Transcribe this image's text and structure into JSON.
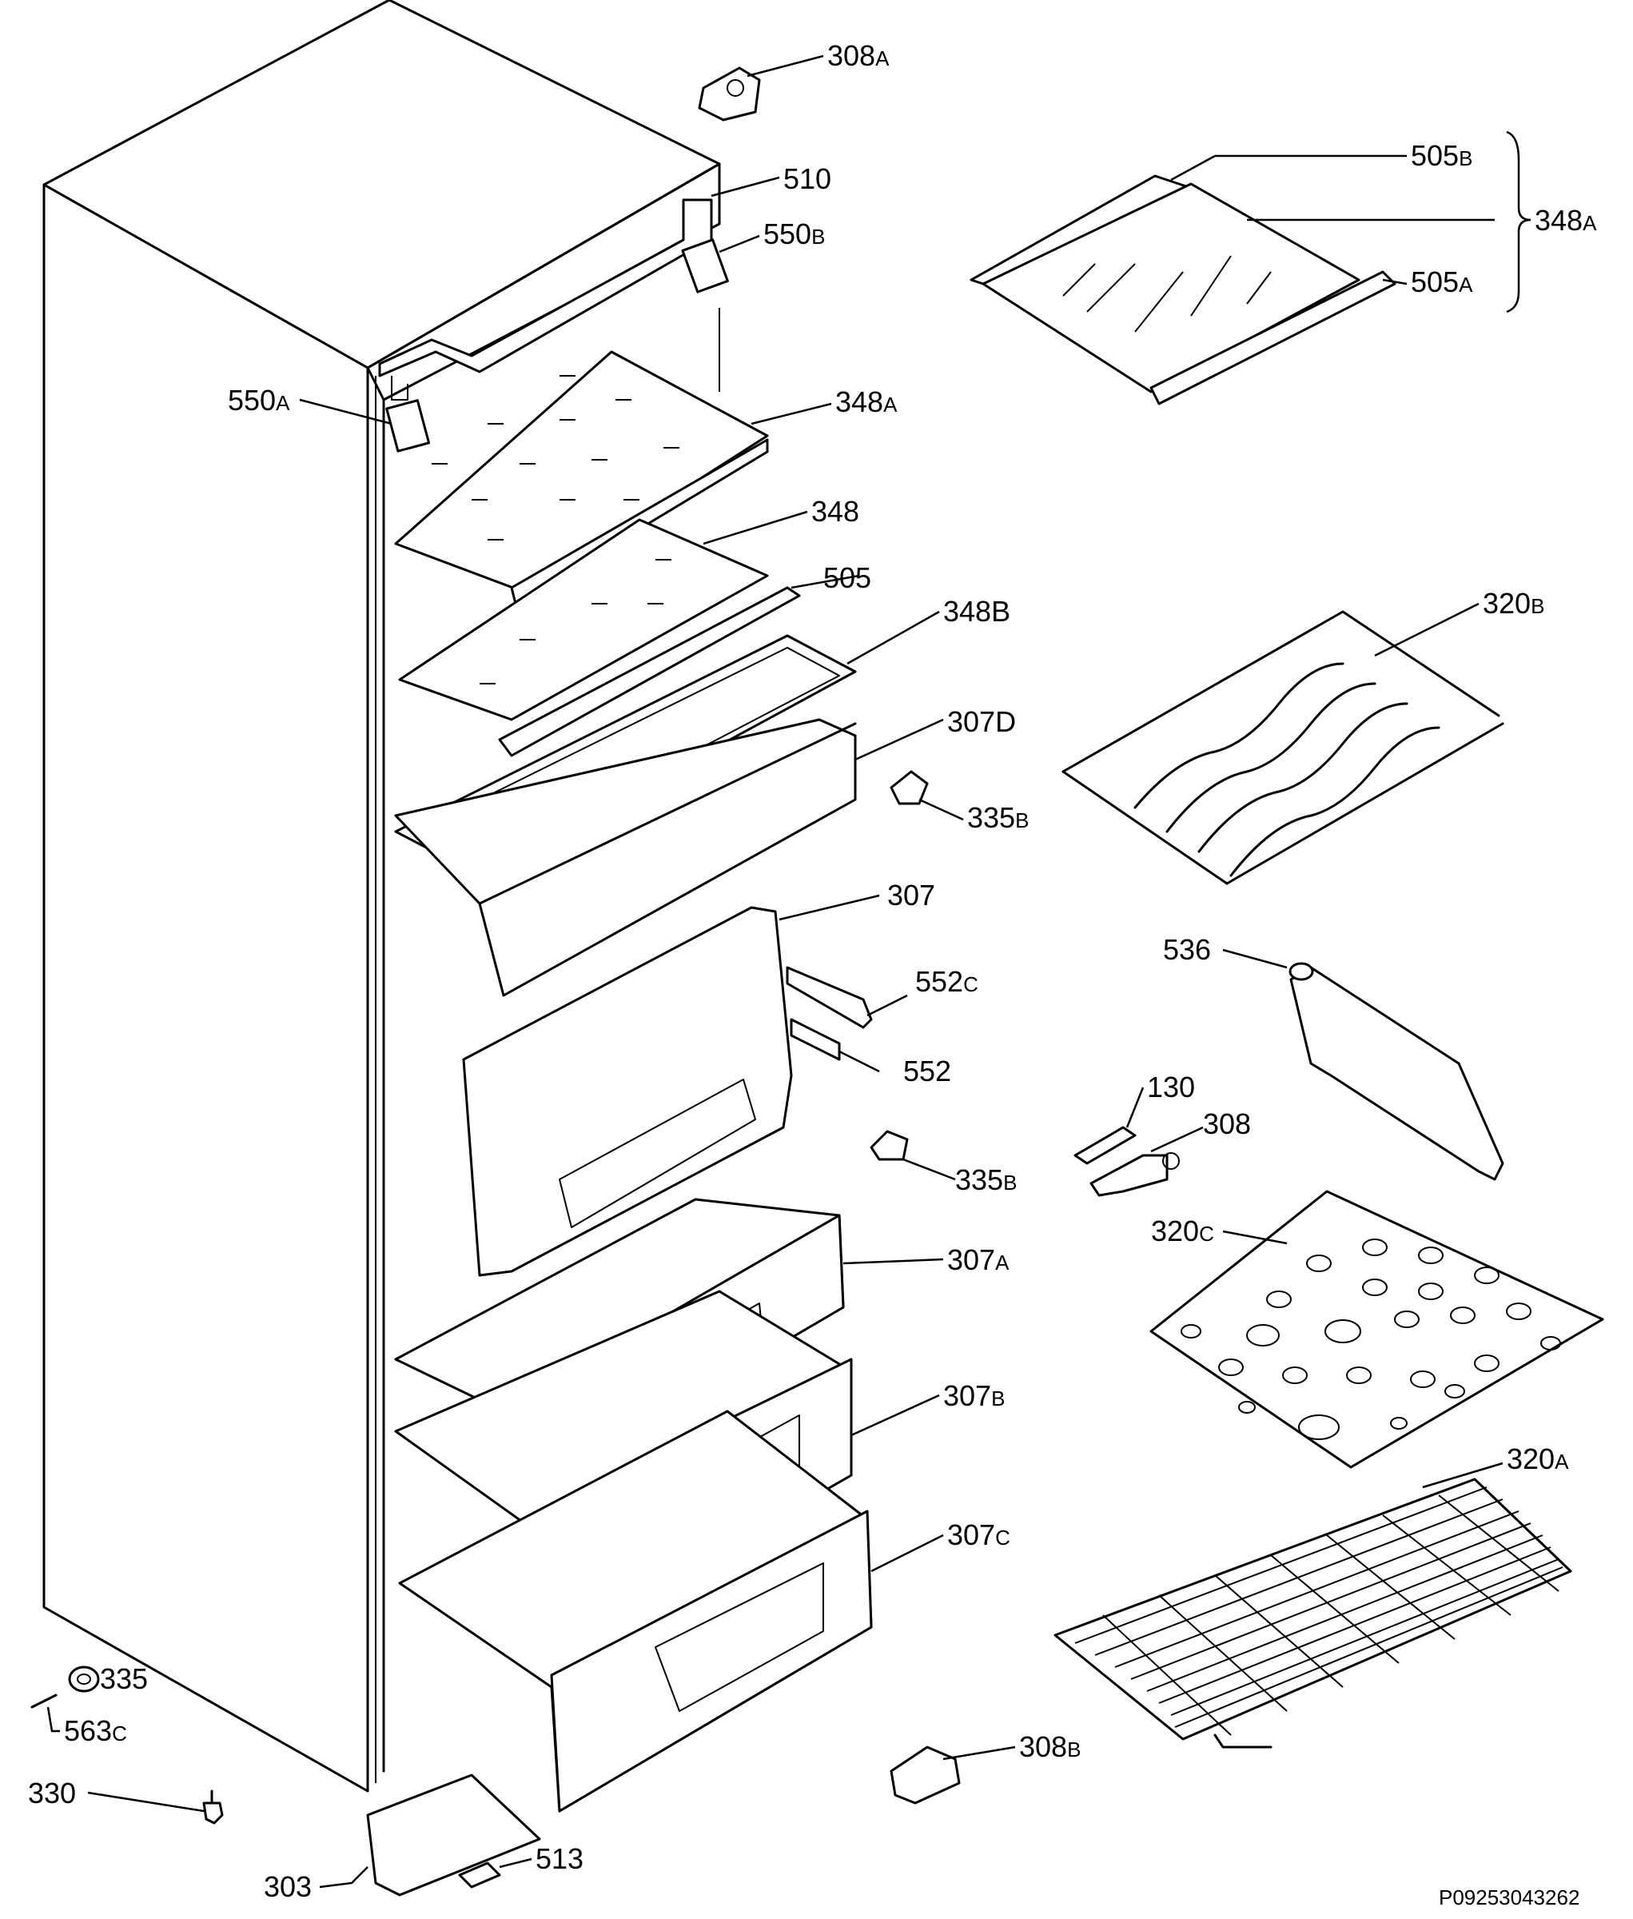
{
  "drawing_code": "P09253043262",
  "labels": {
    "l308a": {
      "num": "308",
      "suf": "A"
    },
    "l510": {
      "num": "510",
      "suf": ""
    },
    "l550b": {
      "num": "550",
      "suf": "B"
    },
    "l550a": {
      "num": "550",
      "suf": "A"
    },
    "l348a": {
      "num": "348",
      "suf": "A"
    },
    "l348": {
      "num": "348",
      "suf": ""
    },
    "l505": {
      "num": "505",
      "suf": ""
    },
    "l348b": {
      "num": "348B",
      "suf": ""
    },
    "l307d": {
      "num": "307D",
      "suf": ""
    },
    "l335b1": {
      "num": "335",
      "suf": "B"
    },
    "l307": {
      "num": "307",
      "suf": ""
    },
    "l552c": {
      "num": "552",
      "suf": "C"
    },
    "l552": {
      "num": "552",
      "suf": ""
    },
    "l335b2": {
      "num": "335",
      "suf": "B"
    },
    "l307a": {
      "num": "307",
      "suf": "A"
    },
    "l307b": {
      "num": "307",
      "suf": "B"
    },
    "l307c": {
      "num": "307",
      "suf": "C"
    },
    "l335": {
      "num": "335",
      "suf": ""
    },
    "l563c": {
      "num": "563",
      "suf": "C"
    },
    "l330": {
      "num": "330",
      "suf": ""
    },
    "l303": {
      "num": "303",
      "suf": ""
    },
    "l513": {
      "num": "513",
      "suf": ""
    },
    "l308b": {
      "num": "308",
      "suf": "B"
    },
    "l505b": {
      "num": "505",
      "suf": "B"
    },
    "l348a_group": {
      "num": "348",
      "suf": "A"
    },
    "l505a": {
      "num": "505",
      "suf": "A"
    },
    "l320b": {
      "num": "320",
      "suf": "B"
    },
    "l536": {
      "num": "536",
      "suf": ""
    },
    "l130": {
      "num": "130",
      "suf": ""
    },
    "l308": {
      "num": "308",
      "suf": ""
    },
    "l320c": {
      "num": "320",
      "suf": "C"
    },
    "l320a": {
      "num": "320",
      "suf": "A"
    }
  }
}
